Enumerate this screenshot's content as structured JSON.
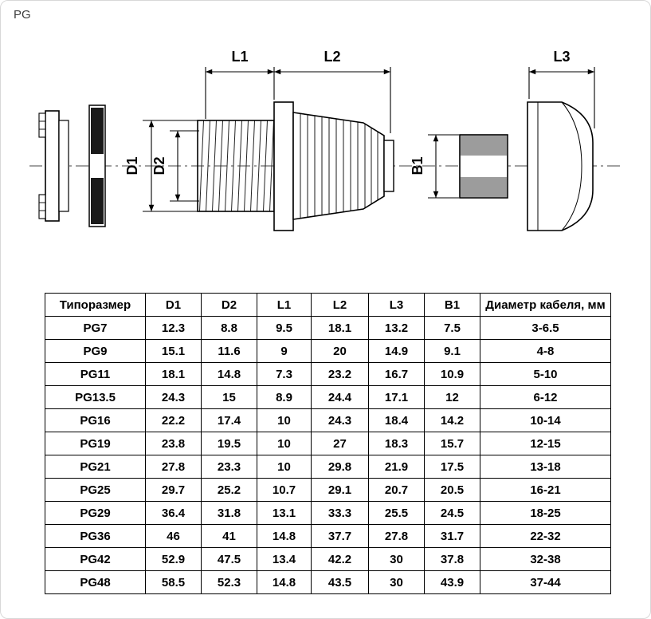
{
  "page": {
    "label": "PG"
  },
  "diagram": {
    "labels": {
      "L1": "L1",
      "L2": "L2",
      "L3": "L3",
      "D1": "D1",
      "D2": "D2",
      "B1": "B1"
    },
    "colors": {
      "band_gray": "#9c9c9c",
      "gasket_black": "#1a1a1a"
    }
  },
  "table": {
    "headers": [
      "Типоразмер",
      "D1",
      "D2",
      "L1",
      "L2",
      "L3",
      "B1",
      "Диаметр кабеля, мм"
    ],
    "rows": [
      [
        "PG7",
        "12.3",
        "8.8",
        "9.5",
        "18.1",
        "13.2",
        "7.5",
        "3-6.5"
      ],
      [
        "PG9",
        "15.1",
        "11.6",
        "9",
        "20",
        "14.9",
        "9.1",
        "4-8"
      ],
      [
        "PG11",
        "18.1",
        "14.8",
        "7.3",
        "23.2",
        "16.7",
        "10.9",
        "5-10"
      ],
      [
        "PG13.5",
        "24.3",
        "15",
        "8.9",
        "24.4",
        "17.1",
        "12",
        "6-12"
      ],
      [
        "PG16",
        "22.2",
        "17.4",
        "10",
        "24.3",
        "18.4",
        "14.2",
        "10-14"
      ],
      [
        "PG19",
        "23.8",
        "19.5",
        "10",
        "27",
        "18.3",
        "15.7",
        "12-15"
      ],
      [
        "PG21",
        "27.8",
        "23.3",
        "10",
        "29.8",
        "21.9",
        "17.5",
        "13-18"
      ],
      [
        "PG25",
        "29.7",
        "25.2",
        "10.7",
        "29.1",
        "20.7",
        "20.5",
        "16-21"
      ],
      [
        "PG29",
        "36.4",
        "31.8",
        "13.1",
        "33.3",
        "25.5",
        "24.5",
        "18-25"
      ],
      [
        "PG36",
        "46",
        "41",
        "14.8",
        "37.7",
        "27.8",
        "31.7",
        "22-32"
      ],
      [
        "PG42",
        "52.9",
        "47.5",
        "13.4",
        "42.2",
        "30",
        "37.8",
        "32-38"
      ],
      [
        "PG48",
        "58.5",
        "52.3",
        "14.8",
        "43.5",
        "30",
        "43.9",
        "37-44"
      ]
    ]
  }
}
